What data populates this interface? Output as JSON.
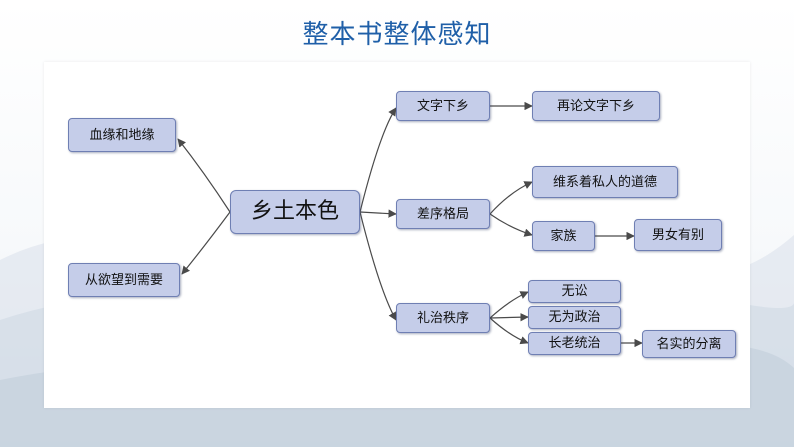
{
  "title": "整本书整体感知",
  "mindmap": {
    "center": "乡土本色",
    "left": [
      "血缘和地缘",
      "从欲望到需要"
    ],
    "wenzi": {
      "label": "文字下乡",
      "child": "再论文字下乡"
    },
    "chaxu": {
      "label": "差序格局",
      "child1": "维系着私人的道德",
      "child2": "家族",
      "grandchild": "男女有别"
    },
    "lizhi": {
      "label": "礼治秩序",
      "children": [
        "无讼",
        "无为政治",
        "长老统治"
      ],
      "grandchild": "名实的分离"
    }
  },
  "colors": {
    "node_fill": "#c5cde9",
    "node_border": "#6f7fb3",
    "edge": "#4a4a4a",
    "title": "#1f5fa8"
  }
}
